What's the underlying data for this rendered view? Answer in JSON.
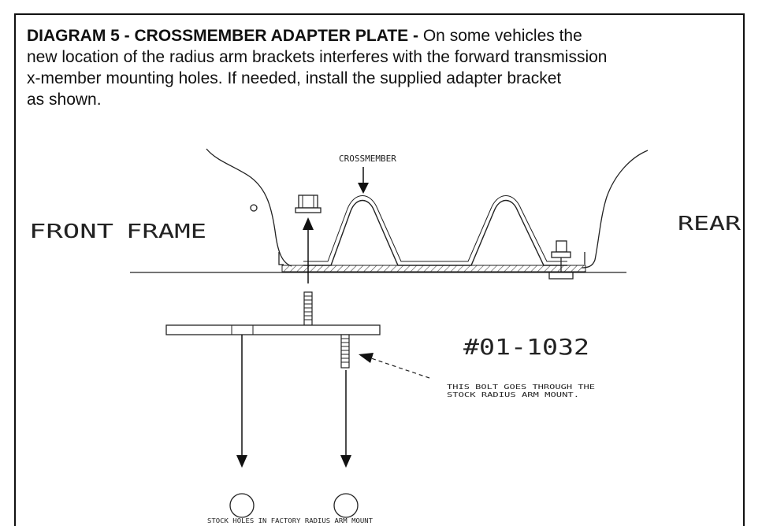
{
  "header": {
    "title": "DIAGRAM  5 - CROSSMEMBER ADAPTER PLATE -",
    "line1_rest": "  On some vehicles the",
    "line2": "new location of the radius arm brackets interferes with the forward transmission",
    "line3": "x-member mounting holes.   If needed, install the supplied adapter bracket",
    "line4": "as shown."
  },
  "labels": {
    "crossmember": "CROSSMEMBER",
    "front": "FRONT",
    "frame": "FRAME",
    "rear": "REAR",
    "part_number": "#01-1032",
    "bolt_note_line1": "THIS BOLT GOES THROUGH THE",
    "bolt_note_line2": "STOCK RADIUS ARM MOUNT.",
    "holes_caption": "STOCK HOLES IN FACTORY RADIUS ARM MOUNT"
  }
}
